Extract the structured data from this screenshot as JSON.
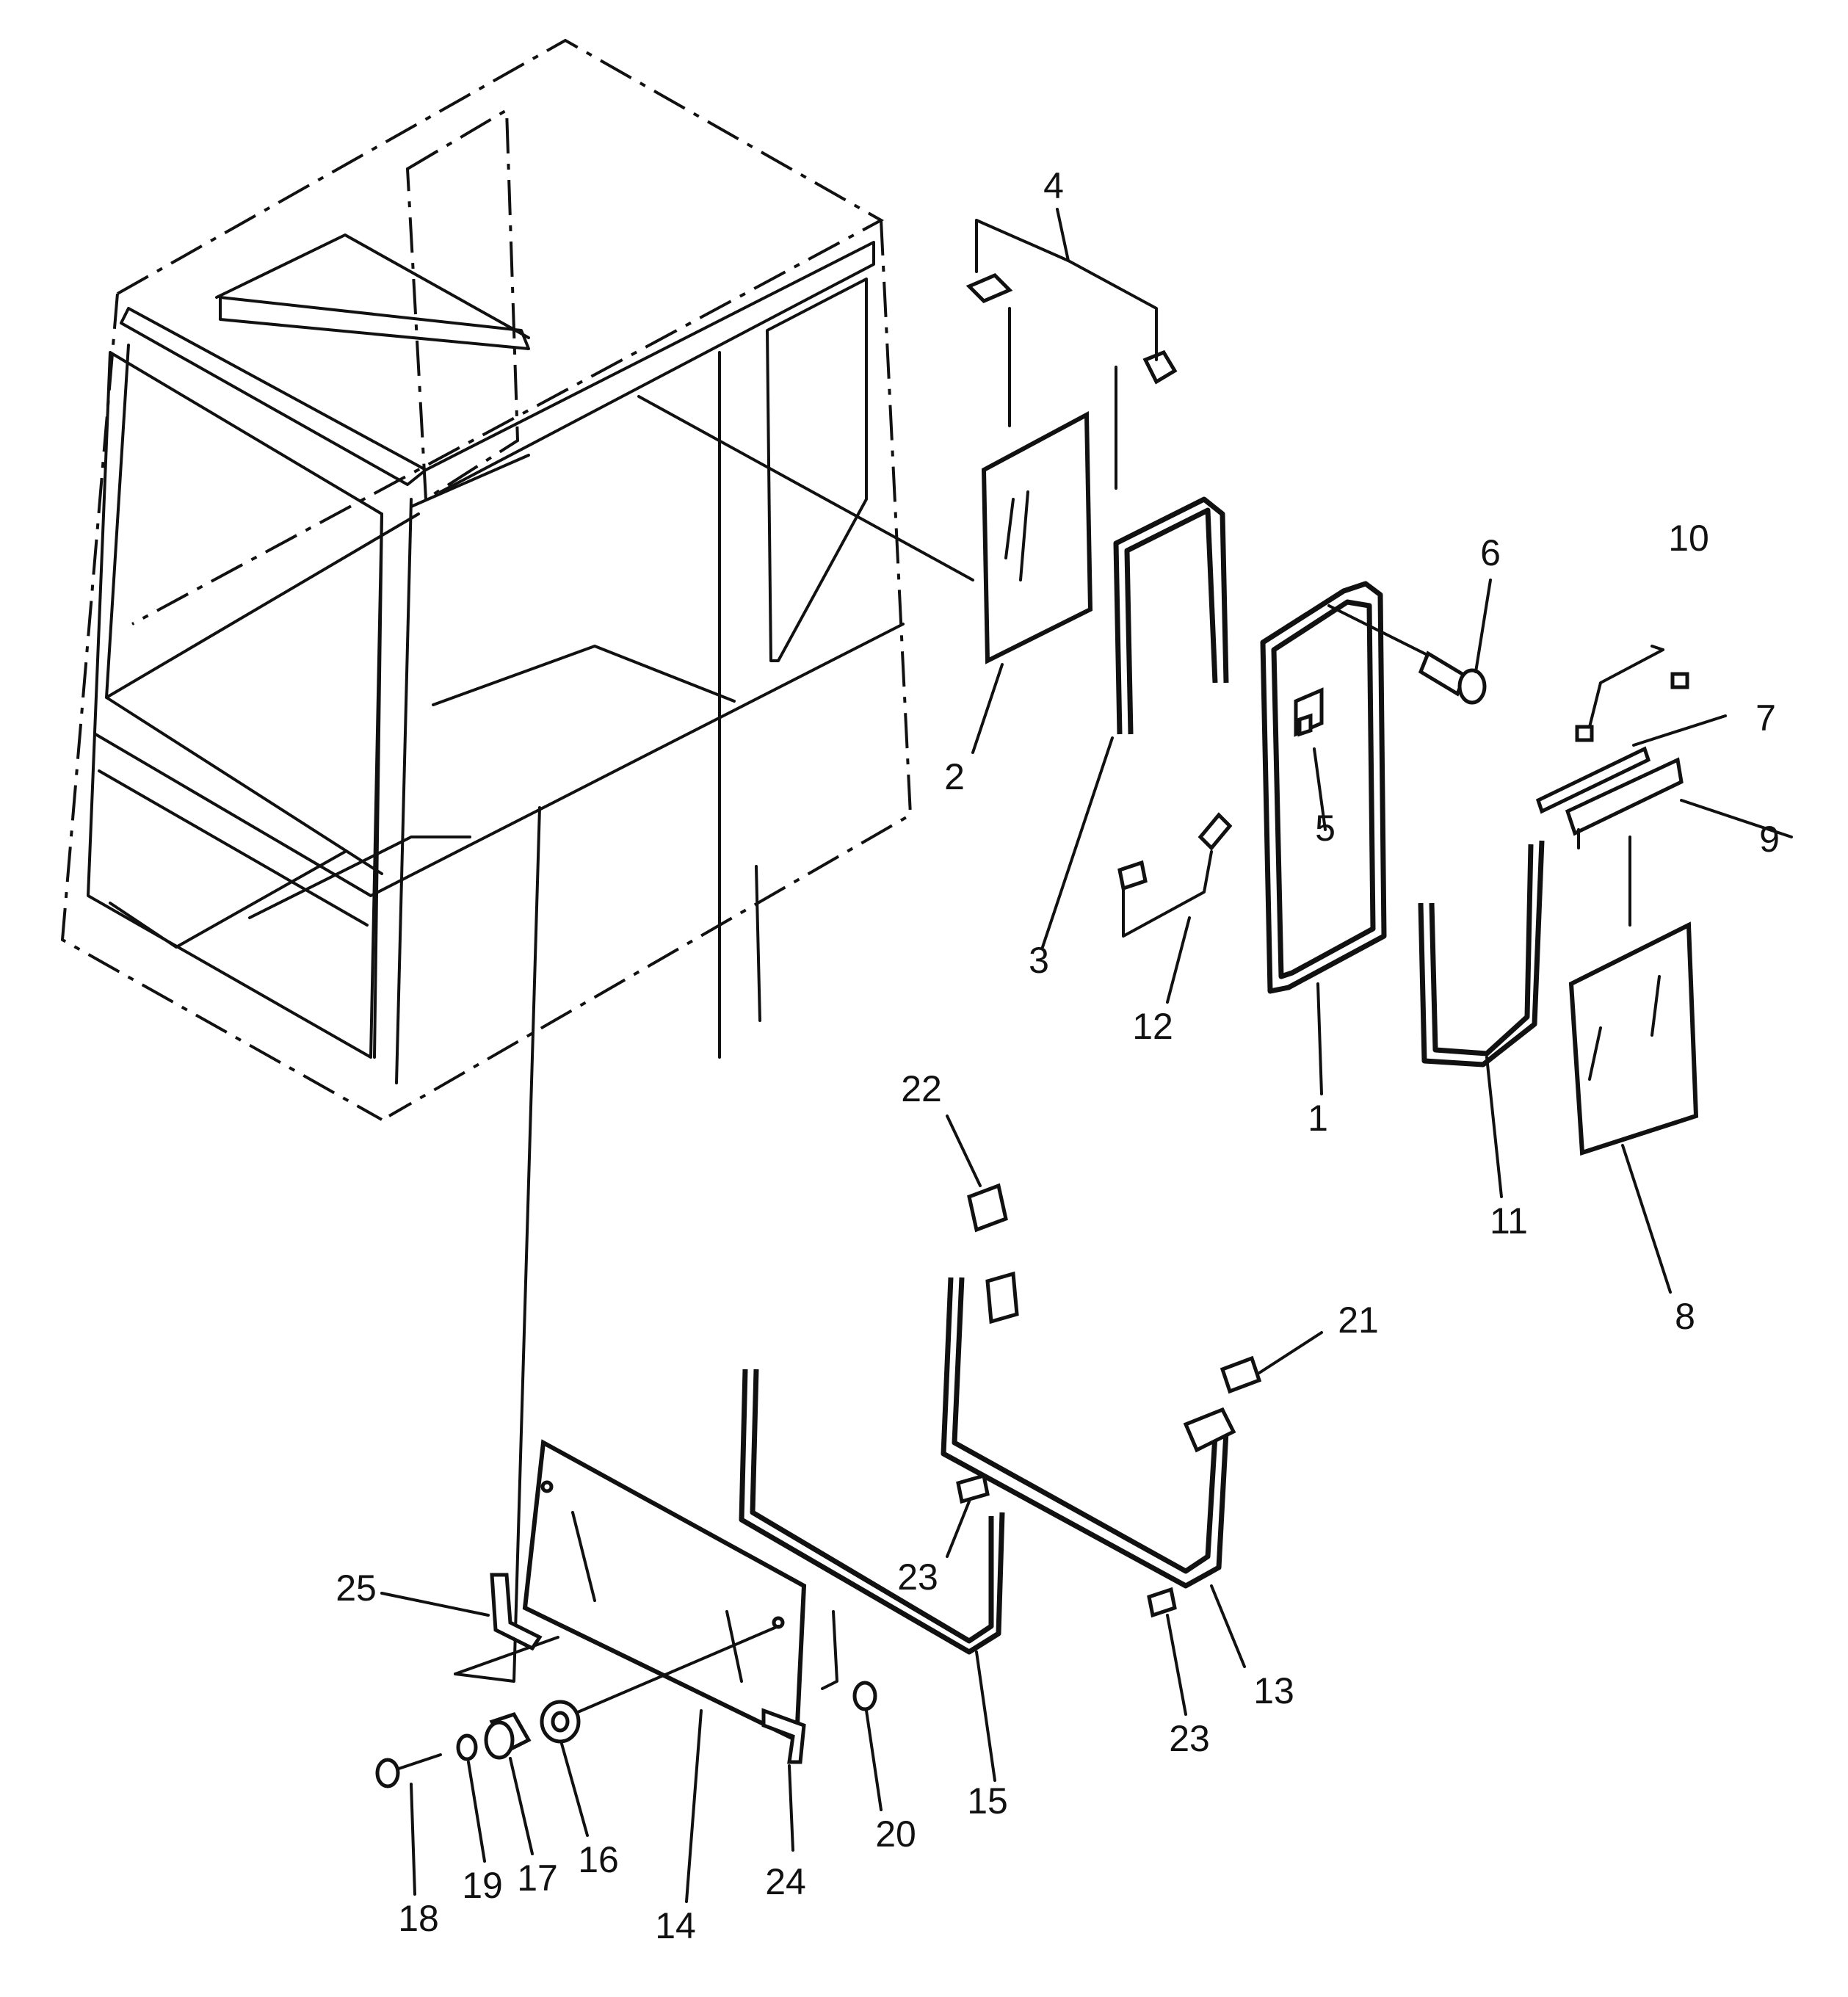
{
  "labels": [
    "1",
    "2",
    "3",
    "4",
    "5",
    "6",
    "7",
    "8",
    "9",
    "10",
    "11",
    "12",
    "13",
    "14",
    "15",
    "16",
    "17",
    "18",
    "19",
    "20",
    "21",
    "22",
    "23",
    "23",
    "24",
    "25"
  ]
}
